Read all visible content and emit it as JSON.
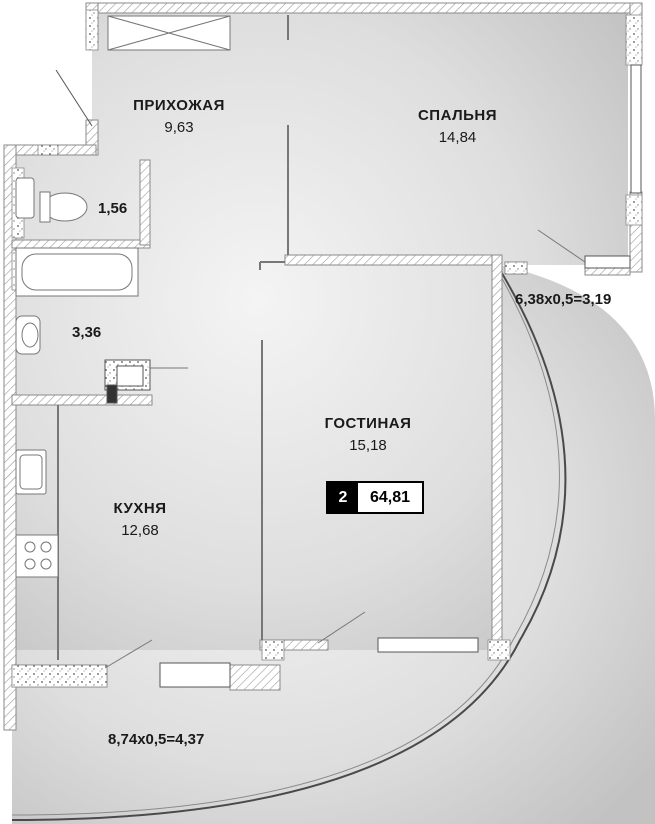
{
  "plan": {
    "total": {
      "rooms": "2",
      "area": "64,81"
    },
    "rooms": {
      "hallway": {
        "name": "ПРИХОЖАЯ",
        "area": "9,63"
      },
      "bedroom": {
        "name": "СПАЛЬНЯ",
        "area": "14,84"
      },
      "toilet": {
        "area": "1,56"
      },
      "bathroom": {
        "area": "3,36"
      },
      "living": {
        "name": "ГОСТИНАЯ",
        "area": "15,18"
      },
      "kitchen": {
        "name": "КУХНЯ",
        "area": "12,68"
      }
    },
    "balconies": {
      "right": "6,38х0,5=3,19",
      "bottom": "8,74х0,5=4,37"
    },
    "colors": {
      "floor_light": "#f2f2f2",
      "floor_dark": "#c4c4c4",
      "wall": "#9a9a9a",
      "wall_hatch": "#d9d9d9",
      "ink": "#1a1a1a"
    }
  }
}
